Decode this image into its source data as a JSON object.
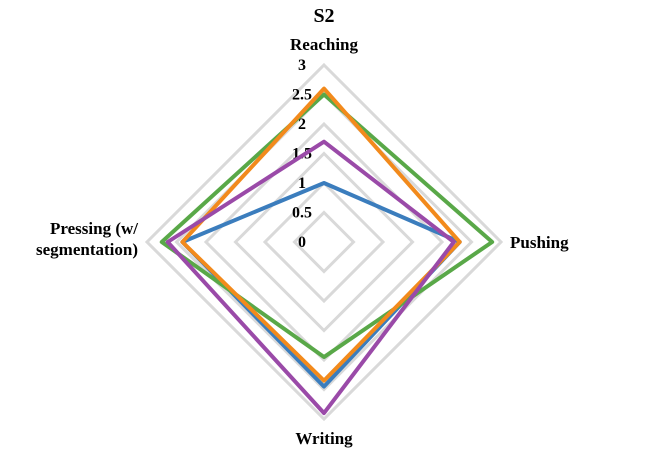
{
  "chart_data": {
    "type": "radar",
    "title": "S2",
    "axes": [
      "Reaching",
      "Pushing",
      "Writing",
      "Pressing (w/\nsegmentation)"
    ],
    "rlim": [
      0,
      3
    ],
    "ticks": [
      "0",
      "0.5",
      "1",
      "1.5",
      "2",
      "2.5",
      "3"
    ],
    "tick_values": [
      0,
      0.5,
      1,
      1.5,
      2,
      2.5,
      3
    ],
    "grid": true,
    "legend": "none",
    "series": [
      {
        "color": "#3b7dbd",
        "values": [
          1.0,
          2.3,
          2.45,
          2.4
        ]
      },
      {
        "color": "#59a848",
        "values": [
          2.5,
          2.85,
          1.95,
          2.75
        ]
      },
      {
        "color": "#f28a1c",
        "values": [
          2.6,
          2.3,
          2.35,
          2.4
        ]
      },
      {
        "color": "#9a4aa8",
        "values": [
          1.7,
          2.2,
          2.9,
          2.65
        ]
      }
    ]
  }
}
